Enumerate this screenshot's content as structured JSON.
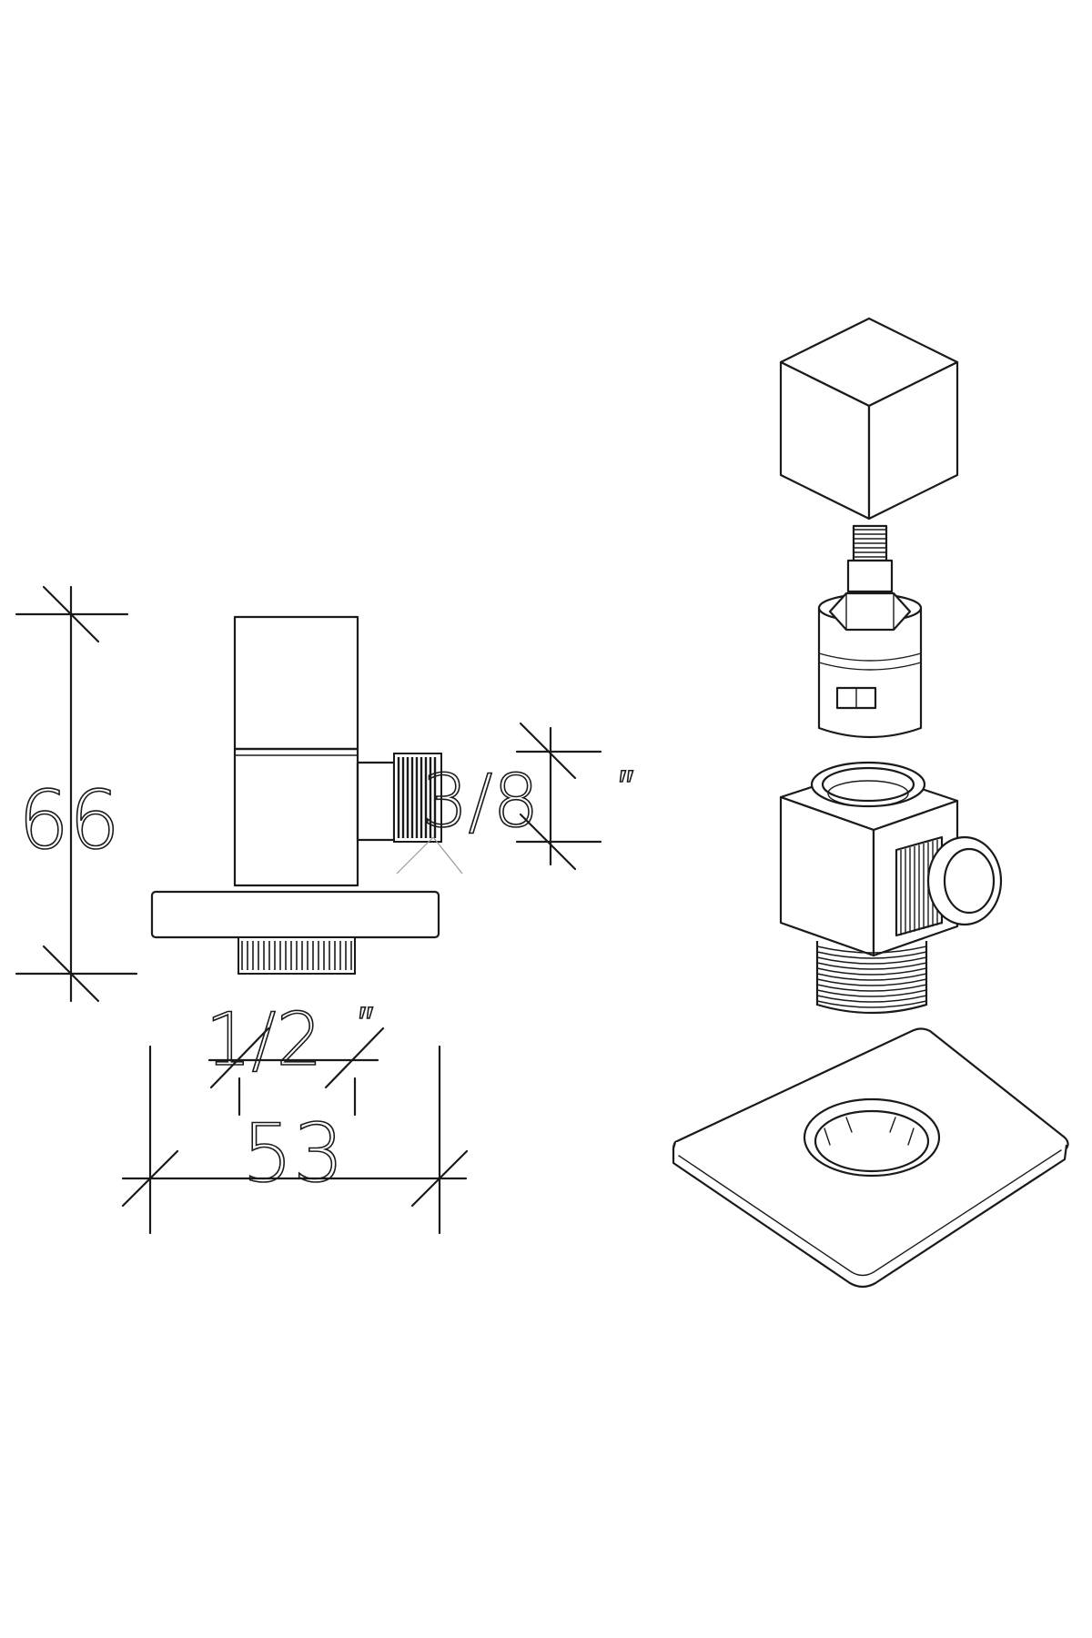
{
  "dimensions": {
    "height": "66",
    "width": "53",
    "outlet_thread": "3/8",
    "outlet_unit": "″",
    "inlet_thread": "1/2",
    "inlet_unit": "″"
  },
  "colors": {
    "line": "#1a1a1a",
    "background": "#ffffff"
  }
}
